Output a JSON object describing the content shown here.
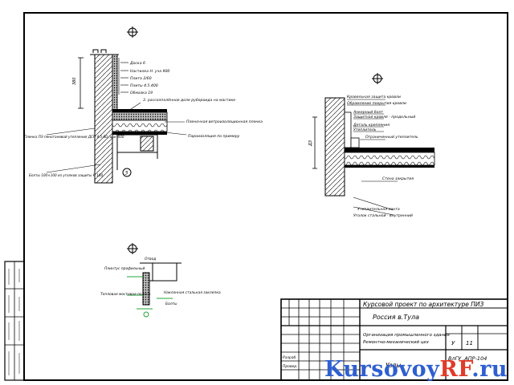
{
  "drawing": {
    "left_detail": {
      "callouts": [
        "Доска 6",
        "Настилка Н. уча 900",
        "Плита 2/60",
        "Плиты 4.5.400",
        "Обмазка 19"
      ],
      "stage_note": "3. рассолпалённое доле рубероида на мастике",
      "membrane_label": "Пленочная ветроизоляционная пленка",
      "fixing_label": "Пароизоляция по примеру",
      "wall_note": "Пленка ПЭ пенотаневой утепления ДСП 4.5-60, шаг 600",
      "bolt_note": "Болты 100×100 из уголков защиты Н 100",
      "marker_number": "3"
    },
    "right_detail": {
      "labels": [
        "Кровельная защита кровли",
        "Обрамление покрытия кровли",
        "Анкерный болт",
        "Защитная кровля - продольный",
        "Деталь крепления",
        "Утеплитель",
        "Ограниченный утеплитель",
        "Стена закрытия",
        "Утеплительная лента",
        "Уголок стальной - внутренний"
      ],
      "side_label": "Д3"
    },
    "small_detail": {
      "top_label": "Отвод",
      "labels": [
        "Плинтус профильный",
        "Тепловая мостовая полоса",
        "Наклонная стальная заклепка",
        "Болты"
      ]
    }
  },
  "title_block": {
    "project_title": "Курсовой проект по архитектуре ПИЗ",
    "location": "Россия   в.Тула",
    "description_line1": "Организация промышленного здания",
    "description_line2": "Ремонтно-механический цех",
    "sheet_name": "Узлы",
    "stage_code": "У",
    "sheet_number": "11",
    "doc_code": "ВлГУ .АПР-104",
    "role_developed": "Разраб.",
    "role_checked": "Провер."
  },
  "watermark": {
    "part1": "Kursovoy",
    "part2": "RF",
    "part3": ".ru"
  }
}
